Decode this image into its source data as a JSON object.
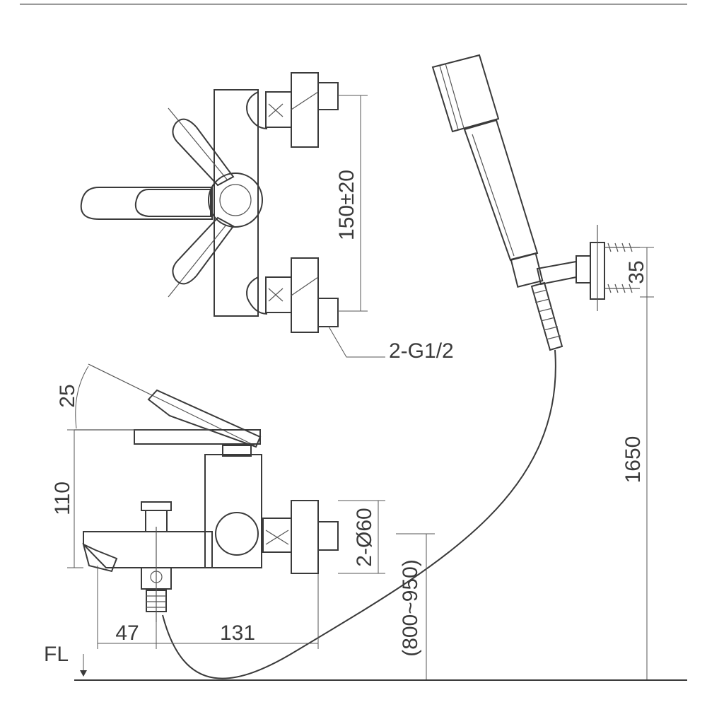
{
  "dimensions": {
    "inlet_spacing": "150±20",
    "inlet_thread": "2-G1/2",
    "handle_angle": "25",
    "body_height": "110",
    "escutcheon_diameter": "2-Ø60",
    "mount_height": "(800~950)",
    "spout_offset": "47",
    "body_depth": "131",
    "holder_spacing": "35",
    "holder_height": "1650",
    "floor_label": "FL"
  }
}
